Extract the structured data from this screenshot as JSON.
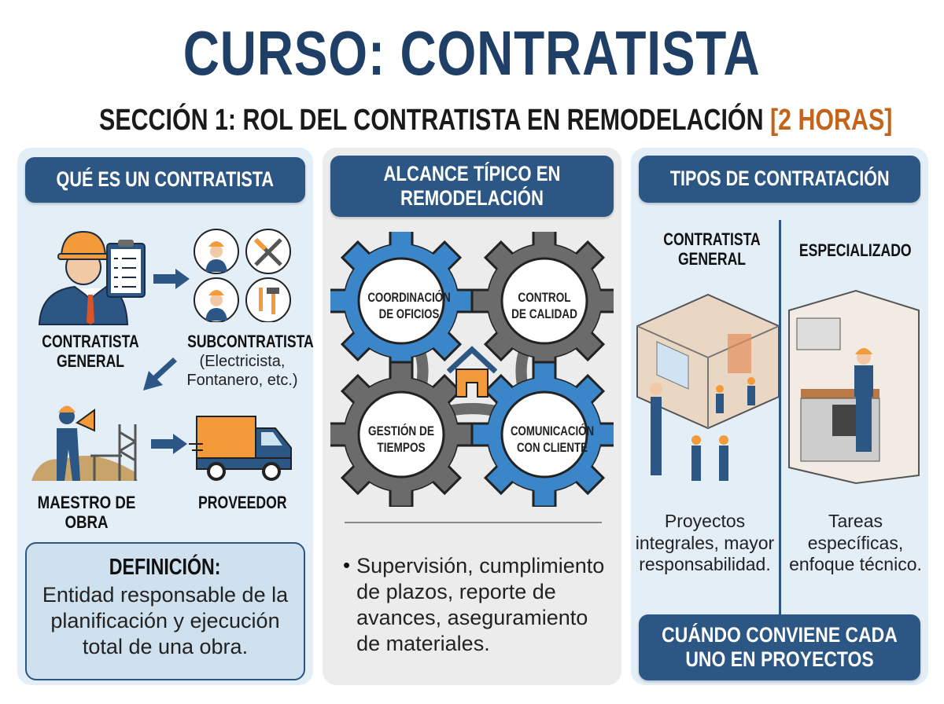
{
  "title": "CURSO: CONTRATISTA",
  "subtitle": {
    "main": "SECCIÓN 1: ROL DEL CONTRATISTA EN REMODELACIÓN",
    "duration": "[2 HORAS]"
  },
  "colors": {
    "navy": "#2c5784",
    "title": "#1f3f66",
    "accent": "#c4631a",
    "orange": "#f39a3a",
    "blue": "#3a86c8",
    "gray": "#6b6b6b"
  },
  "left": {
    "header": "QUÉ ES UN CONTRATISTA",
    "roles": [
      {
        "label": "CONTRATISTA GENERAL",
        "icon": "manager-clipboard-icon"
      },
      {
        "label": "SUBCONTRATISTA",
        "sub": "(Electricista, Fontanero, etc.)",
        "icon": "tradesmen-icon"
      },
      {
        "label": "MAESTRO DE OBRA",
        "icon": "foreman-megaphone-icon"
      },
      {
        "label": "PROVEEDOR",
        "icon": "delivery-truck-icon"
      }
    ],
    "definition": {
      "title": "DEFINICIÓN:",
      "text": "Entidad responsable de la planificación y ejecución total de una obra."
    }
  },
  "middle": {
    "header": "ALCANCE TÍPICO EN REMODELACIÓN",
    "gears": [
      "COORDINACIÓN DE OFICIOS",
      "CONTROL DE CALIDAD",
      "GESTIÓN DE TIEMPOS",
      "COMUNICACIÓN CON CLIENTE"
    ],
    "bullet": "Supervisión, cumplimiento de plazos, reporte de avances, aseguramiento de materiales."
  },
  "right": {
    "header": "TIPOS DE CONTRATACIÓN",
    "columns": [
      {
        "title": "CONTRATISTA GENERAL",
        "text": "Proyectos integrales, mayor responsabilidad."
      },
      {
        "title": "ESPECIALIZADO",
        "text": "Tareas específicas, enfoque técnico."
      }
    ],
    "footer": "CUÁNDO CONVIENE CADA UNO EN PROYECTOS"
  }
}
